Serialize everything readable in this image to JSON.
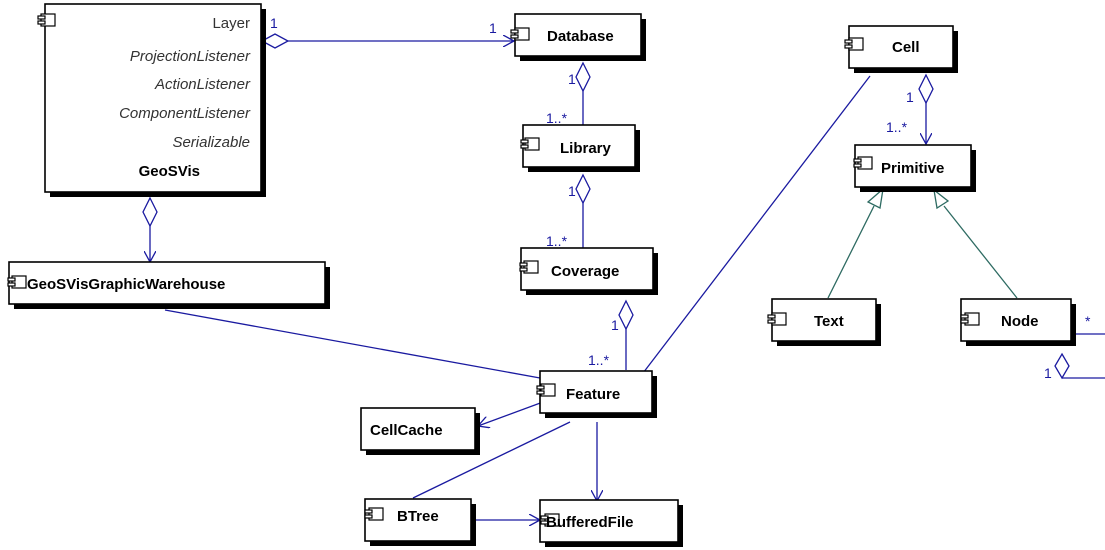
{
  "components": {
    "geosvis": {
      "interfaces": [
        "Layer",
        "ProjectionListener",
        "ActionListener",
        "ComponentListener",
        "Serializable"
      ],
      "name": "GeoSVis"
    },
    "database": "Database",
    "library": "Library",
    "coverage": "Coverage",
    "feature": "Feature",
    "cell": "Cell",
    "primitive": "Primitive",
    "text": "Text",
    "node": "Node",
    "warehouse": "GeoSVisGraphicWarehouse",
    "cellcache": "CellCache",
    "btree": "BTree",
    "bufferedfile": "BufferedFile"
  },
  "multiplicities": {
    "geosvis_database_source": "1",
    "geosvis_database_target": "1",
    "database_library_source": "1",
    "database_library_target": "1..*",
    "library_coverage_source": "1",
    "library_coverage_target": "1..*",
    "coverage_feature_source": "1",
    "coverage_feature_target": "1..*",
    "cell_primitive_source": "1",
    "cell_primitive_target": "1..*",
    "node_self_target": "*",
    "node_self_source": "1"
  },
  "colors": {
    "association": "#1a1aa0",
    "generalization": "#2e6b62",
    "box_border": "#000000",
    "box_shadow": "#000000"
  }
}
